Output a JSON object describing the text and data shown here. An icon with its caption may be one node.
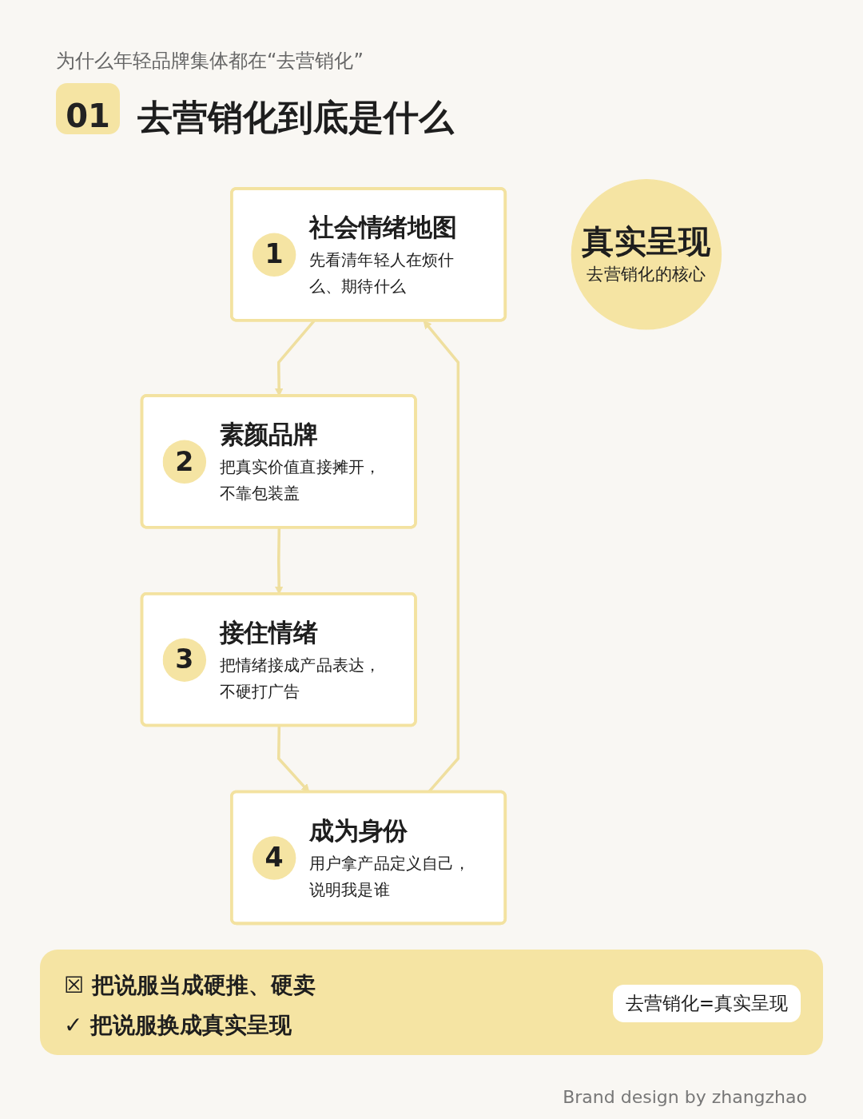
{
  "diagram": {
    "title": "去营销化到底是什么",
    "nodes": [
      {
        "text": [
          "1",
          "社会情绪地图",
          "先看清年轻人在烦什么、期待什么"
        ]
      },
      {
        "text": [
          "4",
          "成为身份",
          "用户拿产品定义自己，说明我是谁"
        ]
      },
      {
        "text": [
          "真实呈现",
          "去营销化的核心"
        ]
      },
      {
        "text": [
          "2",
          "素颜品牌",
          "把真实价值直接摊开，不靠包装盖"
        ]
      },
      {
        "text": [
          "3",
          "接住情绪",
          "把情绪接成产品表达，不硬打广告"
        ]
      }
    ],
    "edges": [
      {
        "from": 0,
        "to": 3,
        "arrow": "to"
      },
      {
        "from": 3,
        "to": 4,
        "arrow": "to"
      },
      {
        "from": 4,
        "to": 1,
        "arrow": "to"
      },
      {
        "from": 1,
        "to": 0,
        "arrow": "to"
      }
    ],
    "labels": [
      "为什么年轻品牌集体都在“去营销化”",
      "01",
      "☒ 把说服当成硬推、硬卖",
      "✓ 把说服换成真实呈现",
      "去营销化=真实呈现",
      "Brand design by zhangzhao"
    ]
  }
}
